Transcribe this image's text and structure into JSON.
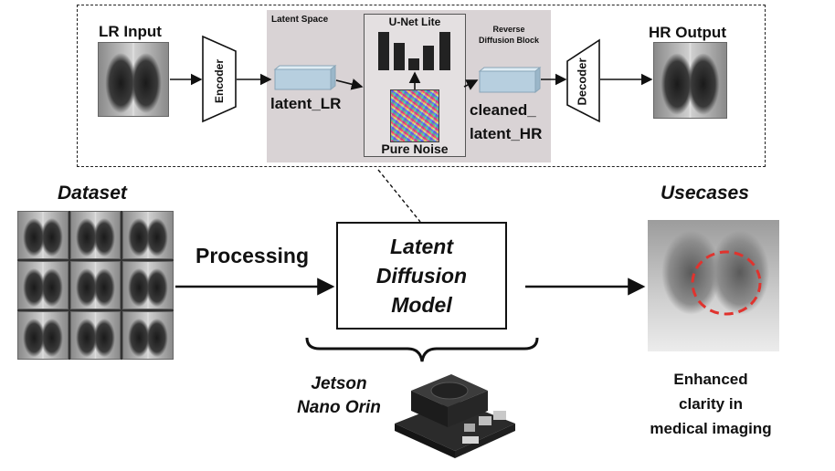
{
  "pipeline": {
    "lr_input_label": "LR Input",
    "encoder_label": "Encoder",
    "latent_space_label": "Latent Space",
    "latent_lr_label": "latent_LR",
    "unet_label": "U-Net Lite",
    "pure_noise_label": "Pure Noise",
    "reverse_diffusion_label_line1": "Reverse",
    "reverse_diffusion_label_line2": "Diffusion Block",
    "cleaned_latent_label_line1": "cleaned_",
    "cleaned_latent_label_line2": "latent_HR",
    "decoder_label": "Decoder",
    "hr_output_label": "HR Output"
  },
  "main": {
    "dataset_label": "Dataset",
    "processing_label": "Processing",
    "model_line1": "Latent",
    "model_line2": "Diffusion",
    "model_line3": "Model",
    "usecases_label": "Usecases",
    "hardware_line1": "Jetson",
    "hardware_line2": "Nano Orin",
    "usecase_caption_line1": "Enhanced",
    "usecase_caption_line2": "clarity in",
    "usecase_caption_line3": "medical imaging"
  },
  "colors": {
    "latent_space_bg": "#d9d3d5",
    "latent_block": "#b7cfdf",
    "highlight_circle": "#e0332e"
  }
}
